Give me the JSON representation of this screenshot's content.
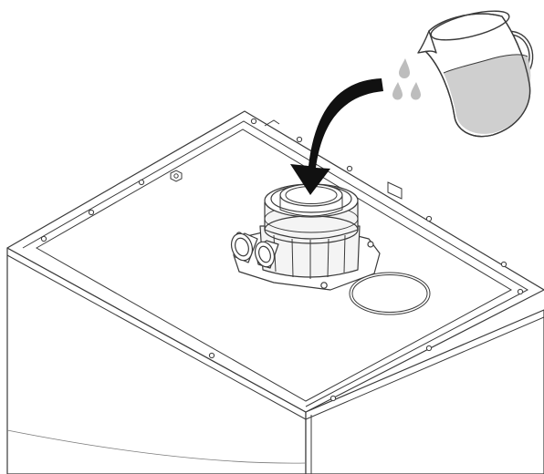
{
  "figure": {
    "kind": "installation-illustration",
    "subject": "boiler-top-flue-adaptor",
    "action": "pour-water-into-flue-outlet"
  },
  "colors": {
    "line": "#3a3a3a",
    "panel": "#ffffff",
    "arrow": "#111111",
    "water": "#cfcfcf",
    "droplet": "#bdbdbd",
    "adaptor_body": "#f4f4f4"
  },
  "icons": [
    "jug-icon",
    "water-droplet-icon",
    "curved-arrow-icon"
  ]
}
